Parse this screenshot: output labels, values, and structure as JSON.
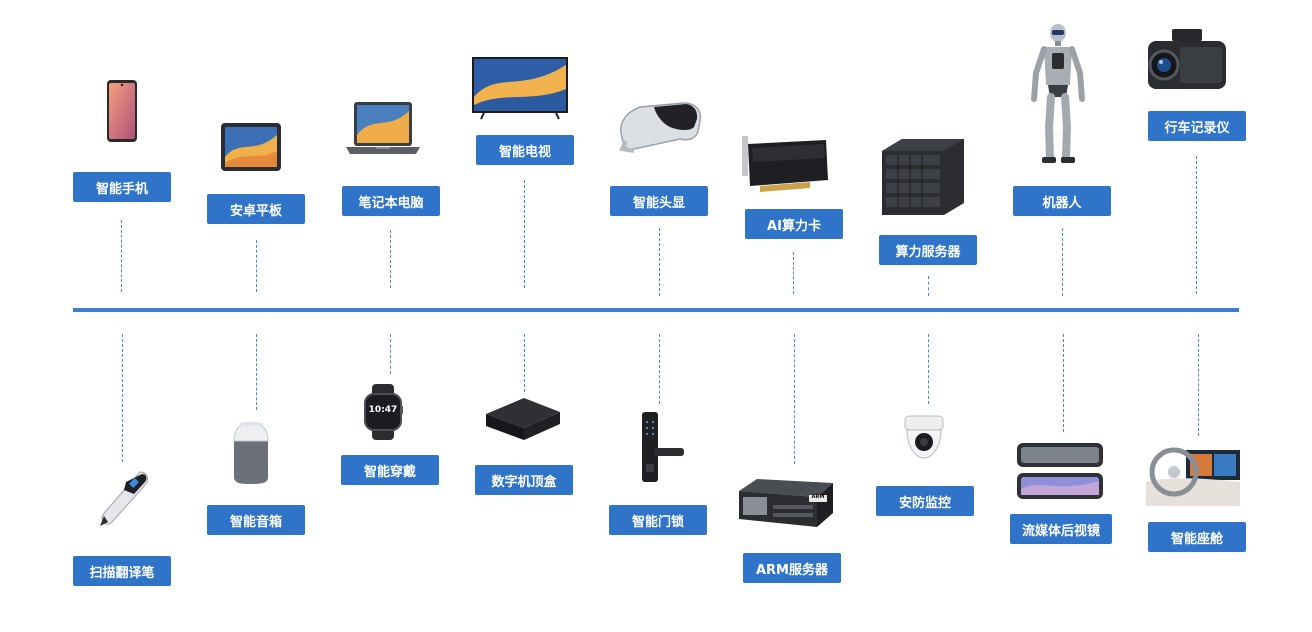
{
  "top_items": [
    {
      "label": "智能手机",
      "icon": "smartphone-icon"
    },
    {
      "label": "安卓平板",
      "icon": "android-tablet-icon"
    },
    {
      "label": "笔记本电脑",
      "icon": "laptop-icon"
    },
    {
      "label": "智能电视",
      "icon": "smart-tv-icon"
    },
    {
      "label": "智能头显",
      "icon": "vr-headset-icon"
    },
    {
      "label": "AI算力卡",
      "icon": "ai-accelerator-card-icon"
    },
    {
      "label": "算力服务器",
      "icon": "compute-server-icon"
    },
    {
      "label": "机器人",
      "icon": "humanoid-robot-icon"
    },
    {
      "label": "行车记录仪",
      "icon": "dashcam-icon"
    }
  ],
  "bottom_items": [
    {
      "label": "扫描翻译笔",
      "icon": "scan-translator-pen-icon"
    },
    {
      "label": "智能音箱",
      "icon": "smart-speaker-icon"
    },
    {
      "label": "智能穿戴",
      "icon": "smartwatch-icon"
    },
    {
      "label": "数字机顶盒",
      "icon": "set-top-box-icon"
    },
    {
      "label": "智能门锁",
      "icon": "smart-door-lock-icon"
    },
    {
      "label": "ARM服务器",
      "icon": "arm-server-icon"
    },
    {
      "label": "安防监控",
      "icon": "security-camera-icon"
    },
    {
      "label": "流媒体后视镜",
      "icon": "streaming-rearview-mirror-icon"
    },
    {
      "label": "智能座舱",
      "icon": "smart-cockpit-icon"
    }
  ],
  "watch_time": "10:47",
  "server_brand": "ARM",
  "colors": {
    "accent": "#2f74c8",
    "axis": "#3b7fd0",
    "dashed": "#4a8bd6"
  }
}
